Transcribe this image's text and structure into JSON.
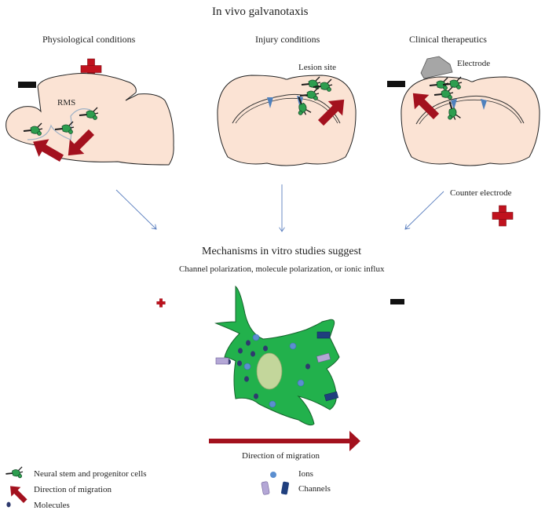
{
  "title": "In vivo galvanotaxis",
  "panels": [
    {
      "id": "physiological",
      "heading": "Physiological conditions",
      "labels": {
        "rms": "RMS"
      }
    },
    {
      "id": "injury",
      "heading": "Injury conditions",
      "labels": {
        "lesion": "Lesion site"
      }
    },
    {
      "id": "clinical",
      "heading": "Clinical therapeutics",
      "labels": {
        "electrode": "Electrode",
        "counter": "Counter electrode"
      }
    }
  ],
  "mechanisms": {
    "title": "Mechanisms in vitro studies suggest",
    "subtitle": "Channel polarization, molecule polarization, or ionic influx"
  },
  "migration_label": "Direction of migration",
  "legend": {
    "left": [
      {
        "icon": "nsc-icon",
        "label": "Neural stem and progenitor cells"
      },
      {
        "icon": "migration-arrow-icon",
        "label": "Direction of migration"
      },
      {
        "icon": "molecule-icon",
        "label": "Molecules"
      }
    ],
    "right": [
      {
        "icon": "ion-icon",
        "label": "Ions"
      },
      {
        "icon": "channel-icon",
        "label": "Channels"
      }
    ]
  },
  "colors": {
    "tissue": "#fbe3d4",
    "cell": "#22b14c",
    "nucleus": "#c3d69b",
    "arrow": "#a3111e",
    "plus": "#c0121e",
    "ion": "#5b8fd0",
    "molecule": "#2e3a6e",
    "channel_light": "#b4a7d6",
    "channel_dark": "#1f3f7e",
    "ventricle": "#4f81bd",
    "flow_arrow": "#5b7fbf",
    "electrode": "#a6a6a6"
  }
}
